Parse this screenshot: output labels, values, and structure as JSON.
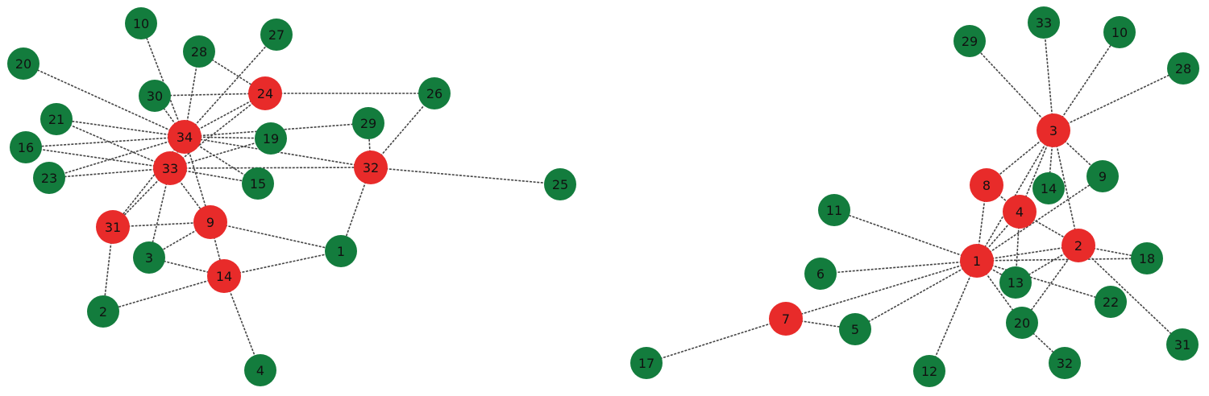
{
  "colors": {
    "highlight": "#e82b2a",
    "normal": "#137c3d",
    "edge": "#444444"
  },
  "graphs": [
    {
      "id": "left",
      "nodes": [
        {
          "label": "34",
          "highlight": true
        },
        {
          "label": "33",
          "highlight": true
        },
        {
          "label": "24",
          "highlight": true
        },
        {
          "label": "32",
          "highlight": true
        },
        {
          "label": "31",
          "highlight": true
        },
        {
          "label": "9",
          "highlight": true
        },
        {
          "label": "14",
          "highlight": true
        },
        {
          "label": "10",
          "highlight": false
        },
        {
          "label": "20",
          "highlight": false
        },
        {
          "label": "28",
          "highlight": false
        },
        {
          "label": "27",
          "highlight": false
        },
        {
          "label": "30",
          "highlight": false
        },
        {
          "label": "26",
          "highlight": false
        },
        {
          "label": "21",
          "highlight": false
        },
        {
          "label": "16",
          "highlight": false
        },
        {
          "label": "19",
          "highlight": false
        },
        {
          "label": "29",
          "highlight": false
        },
        {
          "label": "23",
          "highlight": false
        },
        {
          "label": "15",
          "highlight": false
        },
        {
          "label": "25",
          "highlight": false
        },
        {
          "label": "3",
          "highlight": false
        },
        {
          "label": "1",
          "highlight": false
        },
        {
          "label": "2",
          "highlight": false
        },
        {
          "label": "4",
          "highlight": false
        }
      ],
      "edges": [
        [
          "34",
          "10"
        ],
        [
          "34",
          "28"
        ],
        [
          "34",
          "27"
        ],
        [
          "34",
          "30"
        ],
        [
          "34",
          "24"
        ],
        [
          "34",
          "21"
        ],
        [
          "34",
          "16"
        ],
        [
          "34",
          "19"
        ],
        [
          "34",
          "29"
        ],
        [
          "34",
          "23"
        ],
        [
          "34",
          "15"
        ],
        [
          "34",
          "20"
        ],
        [
          "34",
          "9"
        ],
        [
          "34",
          "31"
        ],
        [
          "34",
          "33"
        ],
        [
          "33",
          "21"
        ],
        [
          "33",
          "16"
        ],
        [
          "33",
          "23"
        ],
        [
          "33",
          "19"
        ],
        [
          "33",
          "15"
        ],
        [
          "33",
          "32"
        ],
        [
          "33",
          "31"
        ],
        [
          "33",
          "9"
        ],
        [
          "33",
          "3"
        ],
        [
          "33",
          "24"
        ],
        [
          "28",
          "24"
        ],
        [
          "30",
          "24"
        ],
        [
          "24",
          "26"
        ],
        [
          "32",
          "26"
        ],
        [
          "32",
          "29"
        ],
        [
          "32",
          "25"
        ],
        [
          "32",
          "34"
        ],
        [
          "32",
          "1"
        ],
        [
          "31",
          "9"
        ],
        [
          "31",
          "2"
        ],
        [
          "9",
          "1"
        ],
        [
          "9",
          "14"
        ],
        [
          "9",
          "3"
        ],
        [
          "3",
          "14"
        ],
        [
          "14",
          "1"
        ],
        [
          "14",
          "2"
        ],
        [
          "14",
          "4"
        ]
      ]
    },
    {
      "id": "right",
      "nodes": [
        {
          "label": "3",
          "highlight": true
        },
        {
          "label": "8",
          "highlight": true
        },
        {
          "label": "4",
          "highlight": true
        },
        {
          "label": "2",
          "highlight": true
        },
        {
          "label": "1",
          "highlight": true
        },
        {
          "label": "7",
          "highlight": true
        },
        {
          "label": "29",
          "highlight": false
        },
        {
          "label": "33",
          "highlight": false
        },
        {
          "label": "10",
          "highlight": false
        },
        {
          "label": "28",
          "highlight": false
        },
        {
          "label": "9",
          "highlight": false
        },
        {
          "label": "14",
          "highlight": false
        },
        {
          "label": "11",
          "highlight": false
        },
        {
          "label": "18",
          "highlight": false
        },
        {
          "label": "6",
          "highlight": false
        },
        {
          "label": "13",
          "highlight": false
        },
        {
          "label": "22",
          "highlight": false
        },
        {
          "label": "5",
          "highlight": false
        },
        {
          "label": "20",
          "highlight": false
        },
        {
          "label": "17",
          "highlight": false
        },
        {
          "label": "12",
          "highlight": false
        },
        {
          "label": "32",
          "highlight": false
        },
        {
          "label": "31",
          "highlight": false
        }
      ],
      "edges": [
        [
          "3",
          "29"
        ],
        [
          "3",
          "33"
        ],
        [
          "3",
          "10"
        ],
        [
          "3",
          "28"
        ],
        [
          "3",
          "9"
        ],
        [
          "3",
          "1"
        ],
        [
          "3",
          "4"
        ],
        [
          "3",
          "2"
        ],
        [
          "3",
          "8"
        ],
        [
          "3",
          "14"
        ],
        [
          "1",
          "11"
        ],
        [
          "1",
          "6"
        ],
        [
          "1",
          "7"
        ],
        [
          "1",
          "5"
        ],
        [
          "1",
          "12"
        ],
        [
          "1",
          "8"
        ],
        [
          "1",
          "4"
        ],
        [
          "1",
          "2"
        ],
        [
          "1",
          "9"
        ],
        [
          "1",
          "13"
        ],
        [
          "1",
          "20"
        ],
        [
          "1",
          "22"
        ],
        [
          "1",
          "18"
        ],
        [
          "8",
          "4"
        ],
        [
          "4",
          "2"
        ],
        [
          "4",
          "13"
        ],
        [
          "2",
          "18"
        ],
        [
          "2",
          "20"
        ],
        [
          "2",
          "31"
        ],
        [
          "2",
          "13"
        ],
        [
          "7",
          "17"
        ],
        [
          "7",
          "5"
        ],
        [
          "20",
          "32"
        ]
      ]
    }
  ]
}
